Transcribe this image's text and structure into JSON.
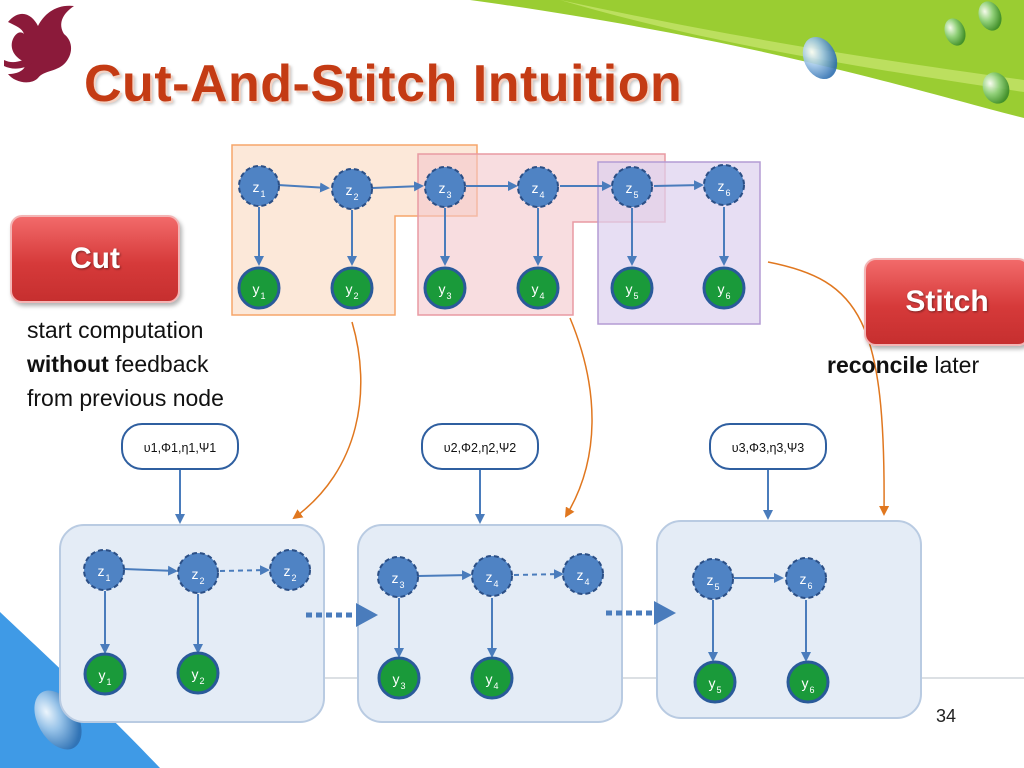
{
  "slide": {
    "title": "Cut-And-Stitch Intuition",
    "page_number": "34"
  },
  "cut_box": {
    "label": "Cut"
  },
  "stitch_box": {
    "label": "Stitch"
  },
  "cut_caption": {
    "line1": "start computation",
    "line2_bold": "without",
    "line2_rest": " feedback",
    "line3": "from previous node"
  },
  "stitch_caption": {
    "bold": "reconcile",
    "rest": " later"
  },
  "top_chain": {
    "hidden_nodes": [
      {
        "letter": "z",
        "sub": "1"
      },
      {
        "letter": "z",
        "sub": "2"
      },
      {
        "letter": "z",
        "sub": "3"
      },
      {
        "letter": "z",
        "sub": "4"
      },
      {
        "letter": "z",
        "sub": "5"
      },
      {
        "letter": "z",
        "sub": "6"
      }
    ],
    "observed_nodes": [
      {
        "letter": "y",
        "sub": "1"
      },
      {
        "letter": "y",
        "sub": "2"
      },
      {
        "letter": "y",
        "sub": "3"
      },
      {
        "letter": "y",
        "sub": "4"
      },
      {
        "letter": "y",
        "sub": "5"
      },
      {
        "letter": "y",
        "sub": "6"
      }
    ]
  },
  "param_boxes": [
    {
      "label": "υ1,Φ1,η1,Ψ1"
    },
    {
      "label": "υ2,Φ2,η2,Ψ2"
    },
    {
      "label": "υ3,Φ3,η3,Ψ3"
    }
  ],
  "panels": [
    {
      "hidden_nodes": [
        {
          "letter": "z",
          "sub": "1"
        },
        {
          "letter": "z",
          "sub": "2"
        },
        {
          "letter": "z",
          "sub": "2"
        }
      ],
      "observed_nodes": [
        {
          "letter": "y",
          "sub": "1"
        },
        {
          "letter": "y",
          "sub": "2"
        }
      ]
    },
    {
      "hidden_nodes": [
        {
          "letter": "z",
          "sub": "3"
        },
        {
          "letter": "z",
          "sub": "4"
        },
        {
          "letter": "z",
          "sub": "4"
        }
      ],
      "observed_nodes": [
        {
          "letter": "y",
          "sub": "3"
        },
        {
          "letter": "y",
          "sub": "4"
        }
      ]
    },
    {
      "hidden_nodes": [
        {
          "letter": "z",
          "sub": "5"
        },
        {
          "letter": "z",
          "sub": "6"
        }
      ],
      "observed_nodes": [
        {
          "letter": "y",
          "sub": "5"
        },
        {
          "letter": "y",
          "sub": "6"
        }
      ]
    }
  ],
  "colors": {
    "title": "#c43b14",
    "hidden_node": "#4f83c4",
    "observed_node": "#1a9a3a",
    "cut_region": "#f6a56a",
    "overlap_region": "#e89aa2",
    "stitch_region": "#b49bd4",
    "curve_arrow": "#e0771f",
    "panel_fill": "#e4ecf6"
  }
}
